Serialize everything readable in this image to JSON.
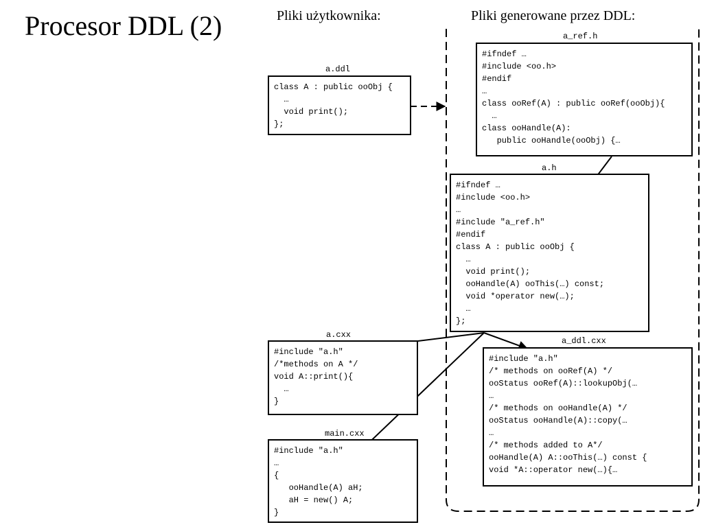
{
  "slide": {
    "title": "Procesor DDL (2)",
    "user_files_header": "Pliki użytkownika:",
    "generated_files_header": "Pliki generowane przez DDL:"
  },
  "files": {
    "a_ddl": {
      "name": "a.ddl",
      "lines": [
        "class A : public ooObj {",
        "  …",
        "  void print();",
        "};"
      ]
    },
    "a_ref_h": {
      "name": "a_ref.h",
      "lines": [
        "#ifndef …",
        "#include <oo.h>",
        "#endif",
        "…",
        "class ooRef(A) : public ooRef(ooObj){",
        "  …",
        "class ooHandle(A):",
        "   public ooHandle(ooObj) {…"
      ]
    },
    "a_h": {
      "name": "a.h",
      "lines": [
        "#ifndef …",
        "#include <oo.h>",
        "…",
        "#include \"a_ref.h\"",
        "#endif",
        "class A : public ooObj {",
        "  …",
        "  void print();",
        "  ooHandle(A) ooThis(…) const;",
        "  void *operator new(…);",
        "  …",
        "};"
      ]
    },
    "a_cxx": {
      "name": "a.cxx",
      "lines": [
        "#include \"a.h\"",
        "/*methods on A */",
        "void A::print(){",
        "  …",
        "}"
      ]
    },
    "a_ddl_cxx": {
      "name": "a_ddl.cxx",
      "lines": [
        "#include \"a.h\"",
        "/* methods on ooRef(A) */",
        "ooStatus ooRef(A)::lookupObj(…",
        "…",
        "/* methods on ooHandle(A) */",
        "ooStatus ooHandle(A)::copy(…",
        "…",
        "/* methods added to A*/",
        "ooHandle(A) A::ooThis(…) const {",
        "void *A::operator new(…){…"
      ]
    },
    "main_cxx": {
      "name": "main.cxx",
      "lines": [
        "#include \"a.h\"",
        "…",
        "{",
        "   ooHandle(A) aH;",
        "   aH = new() A;",
        "}"
      ]
    }
  }
}
